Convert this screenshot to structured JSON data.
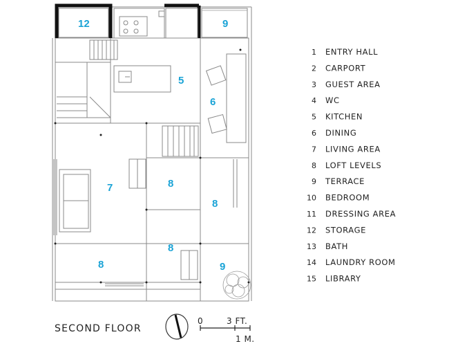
{
  "plan": {
    "rooms": [
      {
        "id": "room-12",
        "label": "12"
      },
      {
        "id": "room-9-top",
        "label": "9"
      },
      {
        "id": "room-5",
        "label": "5"
      },
      {
        "id": "room-6",
        "label": "6"
      },
      {
        "id": "room-7",
        "label": "7"
      },
      {
        "id": "room-8-center",
        "label": "8"
      },
      {
        "id": "room-8-right",
        "label": "8"
      },
      {
        "id": "room-8-bottom-left",
        "label": "8"
      },
      {
        "id": "room-8-bottom-center",
        "label": "8"
      },
      {
        "id": "room-9-bottom",
        "label": "9"
      }
    ]
  },
  "legend": {
    "items": [
      {
        "num": "1",
        "label": "ENTRY HALL"
      },
      {
        "num": "2",
        "label": "CARPORT"
      },
      {
        "num": "3",
        "label": "GUEST AREA"
      },
      {
        "num": "4",
        "label": "WC"
      },
      {
        "num": "5",
        "label": "KITCHEN"
      },
      {
        "num": "6",
        "label": "DINING"
      },
      {
        "num": "7",
        "label": "LIVING AREA"
      },
      {
        "num": "8",
        "label": "LOFT LEVELS"
      },
      {
        "num": "9",
        "label": "TERRACE"
      },
      {
        "num": "10",
        "label": "BEDROOM"
      },
      {
        "num": "11",
        "label": "DRESSING AREA"
      },
      {
        "num": "12",
        "label": "STORAGE"
      },
      {
        "num": "13",
        "label": "BATH"
      },
      {
        "num": "14",
        "label": "LAUNDRY ROOM"
      },
      {
        "num": "15",
        "label": "LIBRARY"
      }
    ]
  },
  "caption": "SECOND FLOOR",
  "scale": {
    "zero": "0",
    "feet": "3 FT.",
    "meters": "1 M."
  },
  "colors": {
    "room_number": "#1aa3d6",
    "wall_heavy": "#111111",
    "line": "#888888"
  }
}
